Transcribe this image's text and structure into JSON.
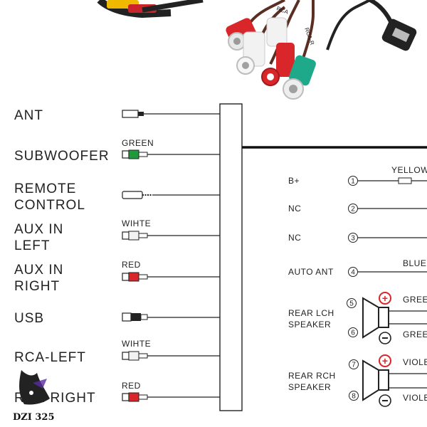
{
  "left_labels": {
    "ant": "ANT",
    "subwoofer": "SUBWOOFER",
    "remote_1": "REMOTE",
    "remote_2": "CONTROL",
    "aux_left_1": "AUX IN",
    "aux_left_2": "LEFT",
    "aux_right_1": "AUX IN",
    "aux_right_2": "RIGHT",
    "usb": "USB",
    "rca_left": "RCA-LEFT",
    "rca_right": "RCA-RIGHT"
  },
  "connector_colors": {
    "subwoofer": "GREEN",
    "aux_left": "WIHTE",
    "aux_right": "RED",
    "rca_left": "WIHTE",
    "rca_right": "RED"
  },
  "pins": [
    {
      "num": "1",
      "label": "B+",
      "wire": "YELLOW"
    },
    {
      "num": "2",
      "label": "NC",
      "wire": ""
    },
    {
      "num": "3",
      "label": "NC",
      "wire": ""
    },
    {
      "num": "4",
      "label": "AUTO ANT",
      "wire": "BLUE"
    },
    {
      "num": "5",
      "label": "",
      "wire": "GREEN"
    },
    {
      "num": "6",
      "label": "",
      "wire": "GREEN"
    },
    {
      "num": "7",
      "label": "",
      "wire": "VIOLET"
    },
    {
      "num": "8",
      "label": "",
      "wire": "VIOLET"
    }
  ],
  "speakers": {
    "rear_lch_1": "REAR LCH",
    "rear_lch_2": "SPEAKER",
    "rear_rch_1": "REAR RCH",
    "rear_rch_2": "SPEAKER"
  },
  "photo_cable_texts": {
    "a": "RCA",
    "b": "RCA-R"
  },
  "watermark_text": "DZI 325",
  "colors": {
    "green_plug": "#1e9a3c",
    "red_plug": "#d8262a",
    "white_plug": "#f2f2f2",
    "teal_plug": "#1eaa8a",
    "plus_sign": "#d8262a"
  }
}
